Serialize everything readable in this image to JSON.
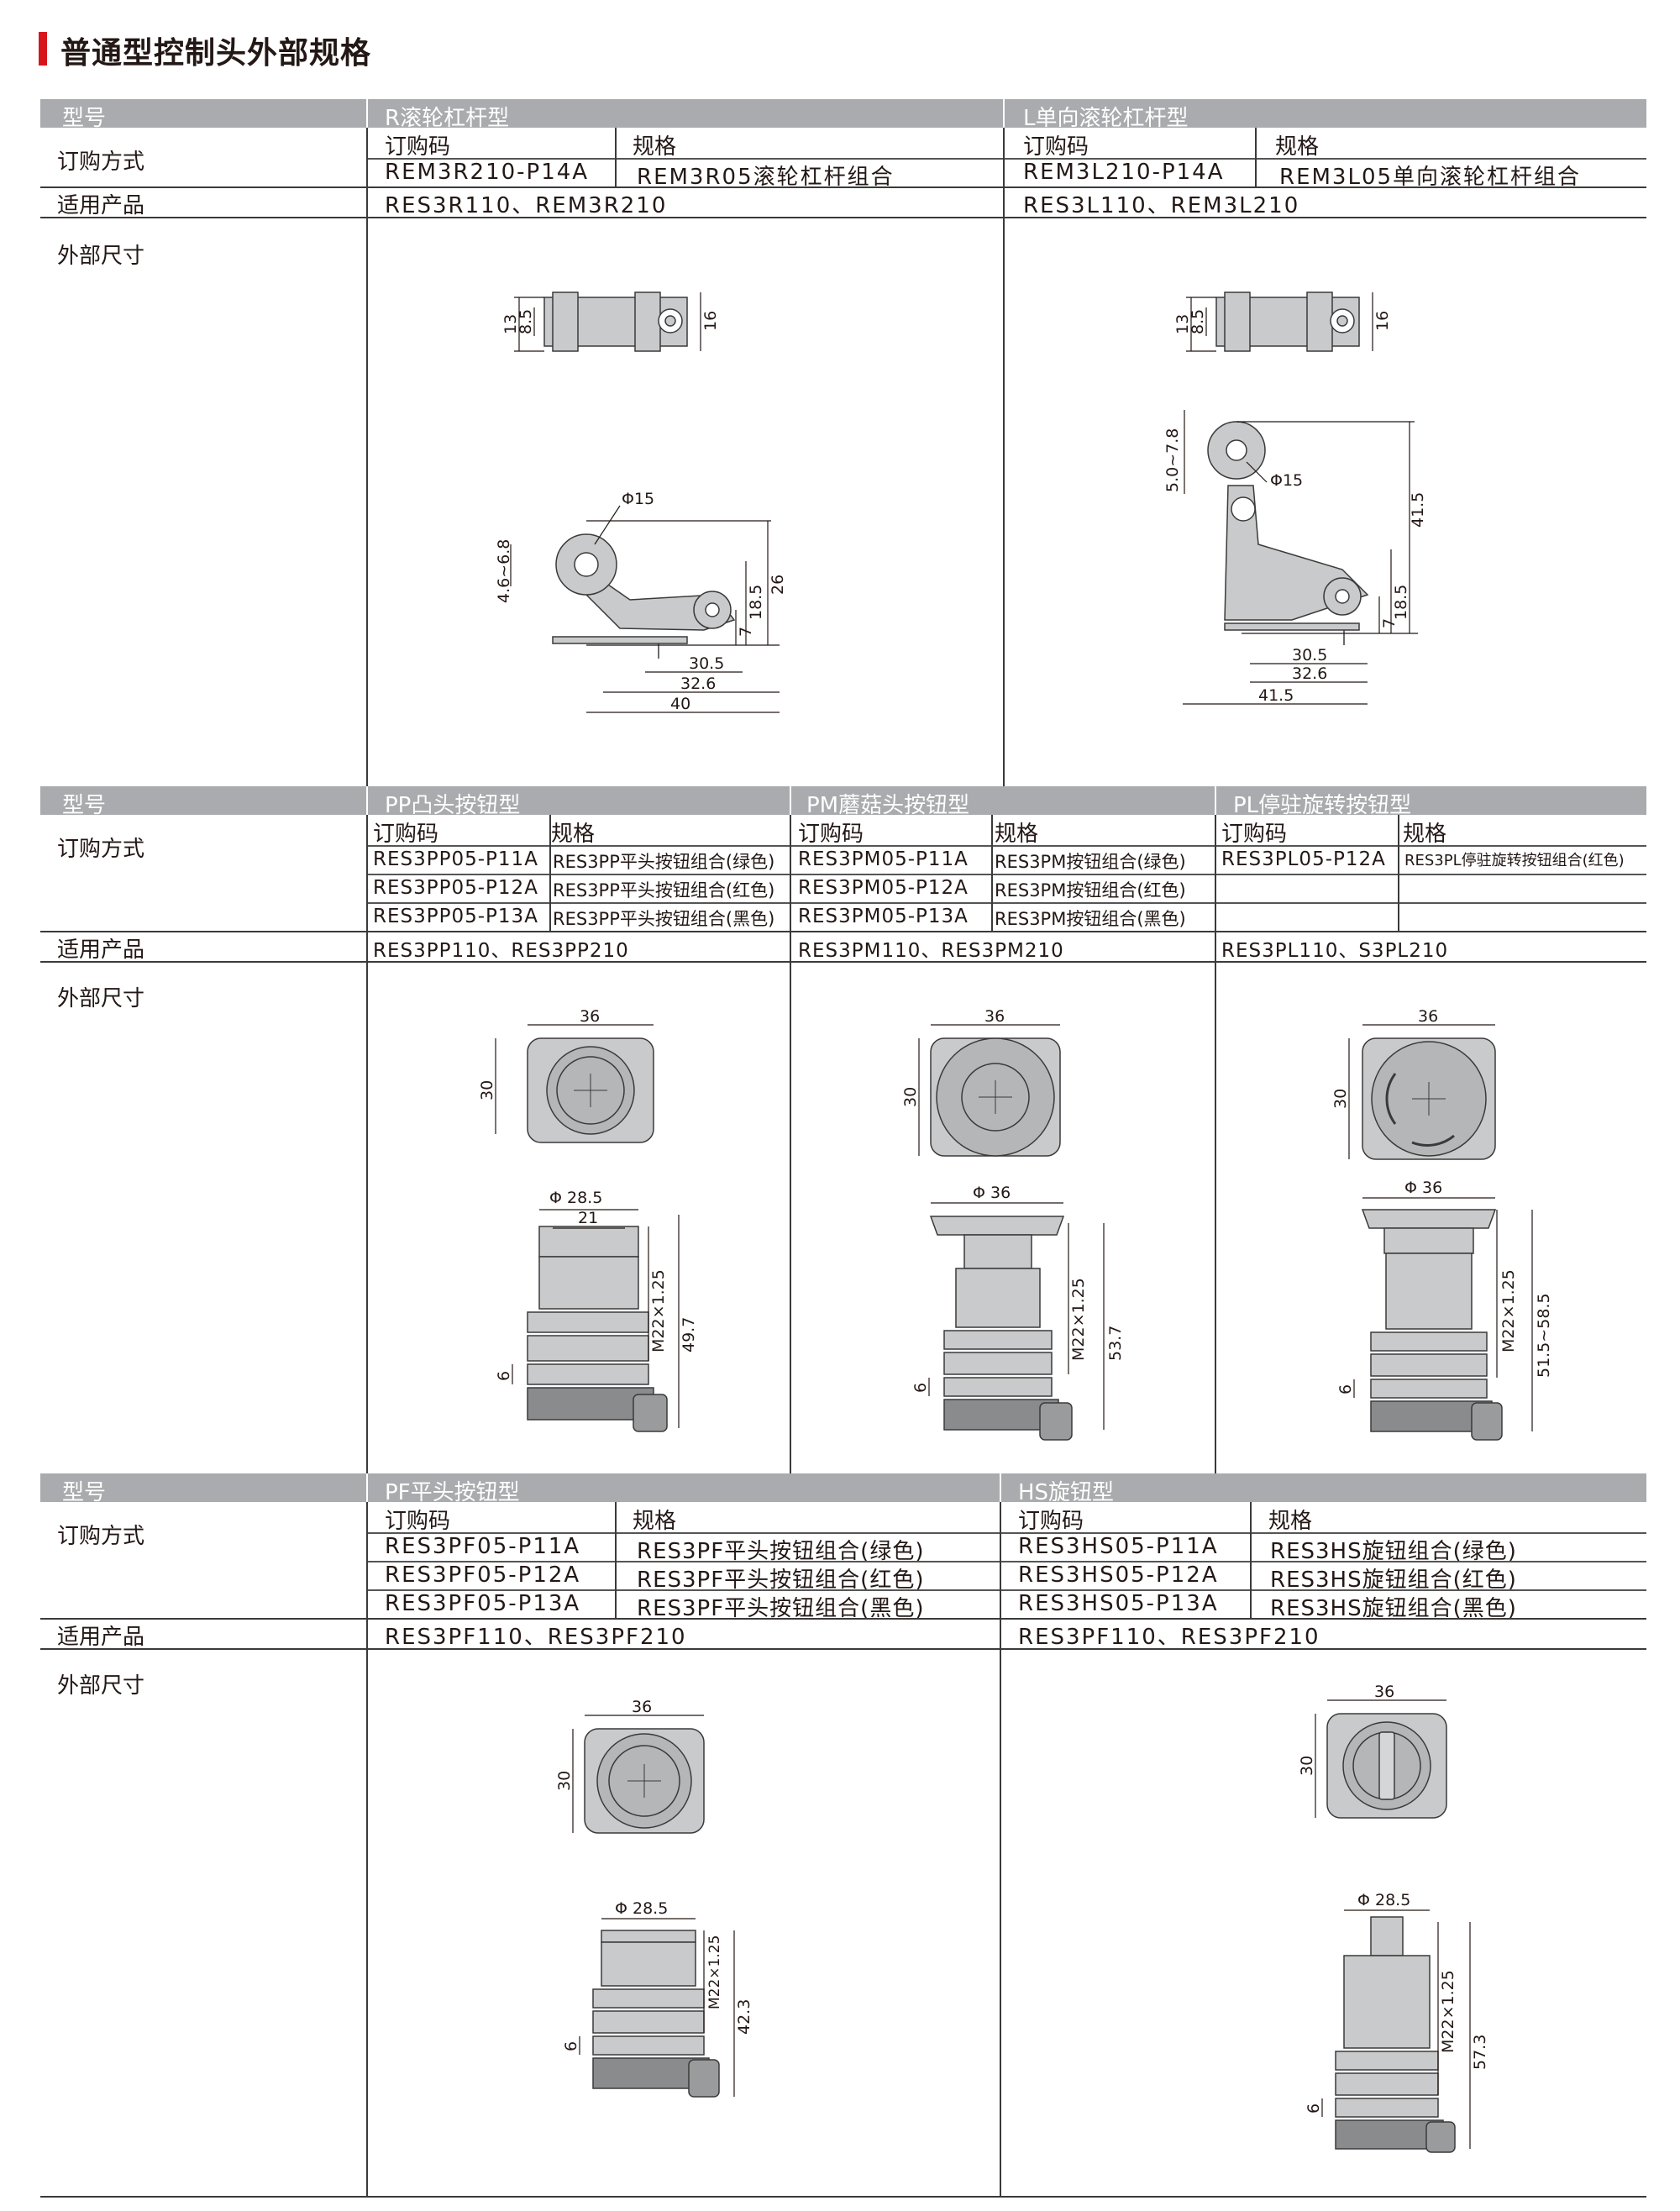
{
  "title": "普通型控制头外部规格",
  "labels": {
    "model": "型号",
    "order": "订购方式",
    "product": "适用产品",
    "dims": "外部尺寸",
    "code": "订购码",
    "spec": "规格"
  },
  "section1": {
    "left": {
      "type": "R滚轮杠杆型",
      "code": "REM3R210-P14A",
      "spec": "REM3R05滚轮杠杆组合",
      "products": "RES3R110、REM3R210",
      "dims": [
        "13",
        "8.5",
        "16",
        "Φ15",
        "4.6~6.8",
        "26",
        "18.5",
        "7",
        "30.5",
        "32.6",
        "40"
      ]
    },
    "right": {
      "type": "L单向滚轮杠杆型",
      "code": "REM3L210-P14A",
      "spec": "REM3L05单向滚轮杠杆组合",
      "products": "RES3L110、REM3L210",
      "dims": [
        "13",
        "8.5",
        "16",
        "5.0~7.8",
        "Φ15",
        "41.5",
        "18.5",
        "7",
        "30.5",
        "32.6",
        "41.5"
      ]
    }
  },
  "section2": {
    "pp": {
      "type": "PP凸头按钮型",
      "rows": [
        {
          "code": "RES3PP05-P11A",
          "spec": "RES3PP平头按钮组合(绿色)"
        },
        {
          "code": "RES3PP05-P12A",
          "spec": "RES3PP平头按钮组合(红色)"
        },
        {
          "code": "RES3PP05-P13A",
          "spec": "RES3PP平头按钮组合(黑色)"
        }
      ],
      "products": "RES3PP110、RES3PP210",
      "dims": [
        "36",
        "30",
        "Φ 28.5",
        "21",
        "M22×1.25",
        "49.7",
        "6"
      ]
    },
    "pm": {
      "type": "PM蘑菇头按钮型",
      "rows": [
        {
          "code": "RES3PM05-P11A",
          "spec": "RES3PM按钮组合(绿色)"
        },
        {
          "code": "RES3PM05-P12A",
          "spec": "RES3PM按钮组合(红色)"
        },
        {
          "code": "RES3PM05-P13A",
          "spec": "RES3PM按钮组合(黑色)"
        }
      ],
      "products": "RES3PM110、RES3PM210",
      "dims": [
        "36",
        "30",
        "Φ 36",
        "M22×1.25",
        "53.7",
        "6"
      ]
    },
    "pl": {
      "type": "PL停驻旋转按钮型",
      "rows": [
        {
          "code": "RES3PL05-P12A",
          "spec": "RES3PL停驻旋转按钮组合(红色)"
        }
      ],
      "products": "RES3PL110、S3PL210",
      "dims": [
        "36",
        "30",
        "Φ 36",
        "M22×1.25",
        "51.5~58.5",
        "6"
      ]
    }
  },
  "section3": {
    "pf": {
      "type": "PF平头按钮型",
      "rows": [
        {
          "code": "RES3PF05-P11A",
          "spec": "RES3PF平头按钮组合(绿色)"
        },
        {
          "code": "RES3PF05-P12A",
          "spec": "RES3PF平头按钮组合(红色)"
        },
        {
          "code": "RES3PF05-P13A",
          "spec": "RES3PF平头按钮组合(黑色)"
        }
      ],
      "products": "RES3PF110、RES3PF210",
      "dims": [
        "36",
        "30",
        "Φ 28.5",
        "M22×1.25",
        "42.3",
        "6"
      ]
    },
    "hs": {
      "type": "HS旋钮型",
      "rows": [
        {
          "code": "RES3HS05-P11A",
          "spec": "RES3HS旋钮组合(绿色)"
        },
        {
          "code": "RES3HS05-P12A",
          "spec": "RES3HS旋钮组合(红色)"
        },
        {
          "code": "RES3HS05-P13A",
          "spec": "RES3HS旋钮组合(黑色)"
        }
      ],
      "products": "RES3PF110、RES3PF210",
      "dims": [
        "36",
        "30",
        "Φ 28.5",
        "M22×1.25",
        "57.3",
        "6"
      ]
    }
  },
  "colors": {
    "accent": "#d7161c",
    "header": "#a9abae",
    "part_gray": "#c9cacb",
    "part_dark": "#8a8b8c"
  }
}
